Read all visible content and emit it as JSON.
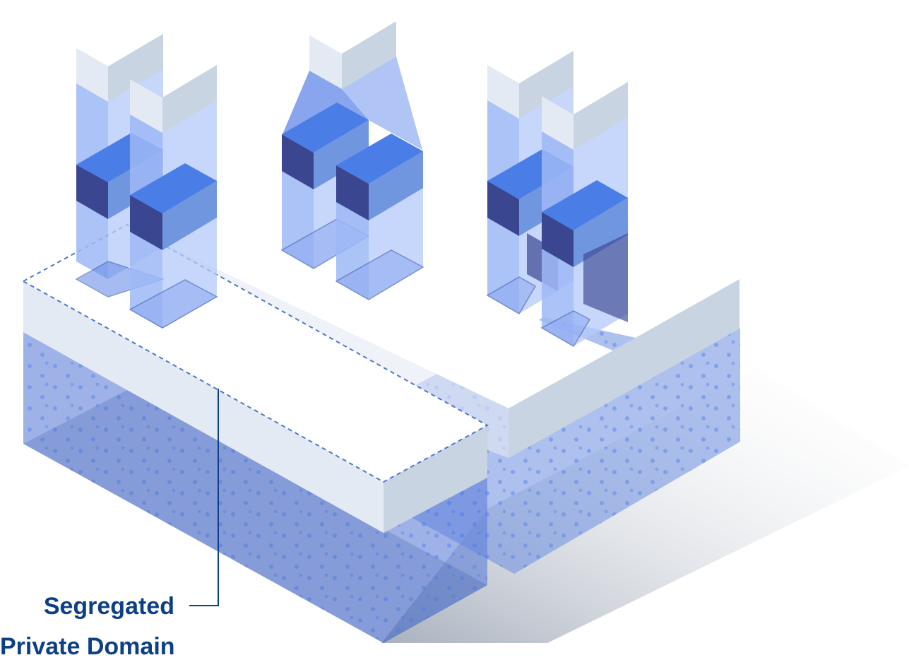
{
  "callout": {
    "line1": "Segregated",
    "line2": "Private Domain"
  },
  "colors": {
    "label": "#0c3f86",
    "platform_top": "#ffffff",
    "platform_side_light": "#e4eaf3",
    "platform_side_dark": "#c9d4e2",
    "water": "#5d7fd8",
    "cube_top": "#4a7ee6",
    "cube_front": "#3a4690",
    "cube_side": "#7196e0",
    "dashed_outline": "#4f77c8",
    "shadow": "#aab3c2"
  },
  "icons": [
    "platform",
    "tower-cluster",
    "cube",
    "dashed-domain-outline",
    "callout-leader-line"
  ]
}
